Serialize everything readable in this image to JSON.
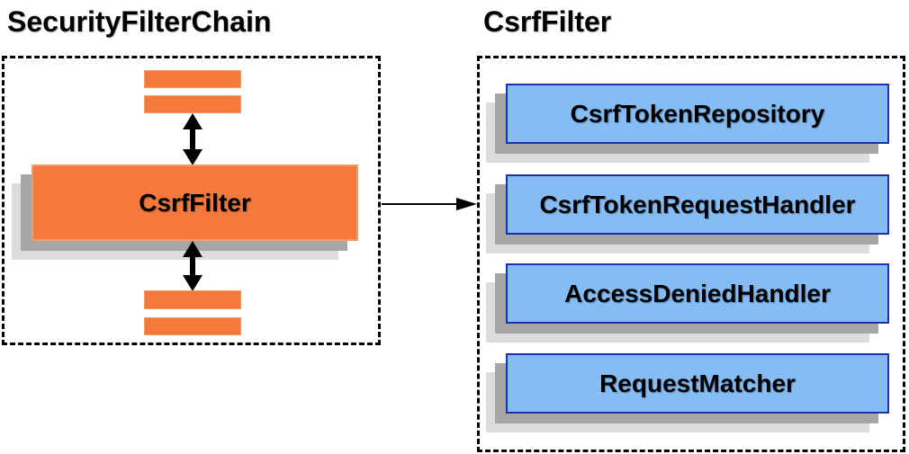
{
  "left_panel": {
    "title": "SecurityFilterChain",
    "filter_box_label": "CsrfFilter"
  },
  "right_panel": {
    "title": "CsrfFilter",
    "components": [
      "CsrfTokenRepository",
      "CsrfTokenRequestHandler",
      "AccessDeniedHandler",
      "RequestMatcher"
    ]
  },
  "icons": {
    "vertical_double_arrow": "↕",
    "right_arrow": "→"
  },
  "colors": {
    "background": "#FFFFFF",
    "orange_fill": "#F4793B",
    "orange_border": "#F79B63",
    "blue_fill": "#85BCF4",
    "blue_border": "#1F2FAE",
    "shadow_dark": "#A6A6A6",
    "shadow_light": "#DCDCDC",
    "outline": "#000000"
  }
}
